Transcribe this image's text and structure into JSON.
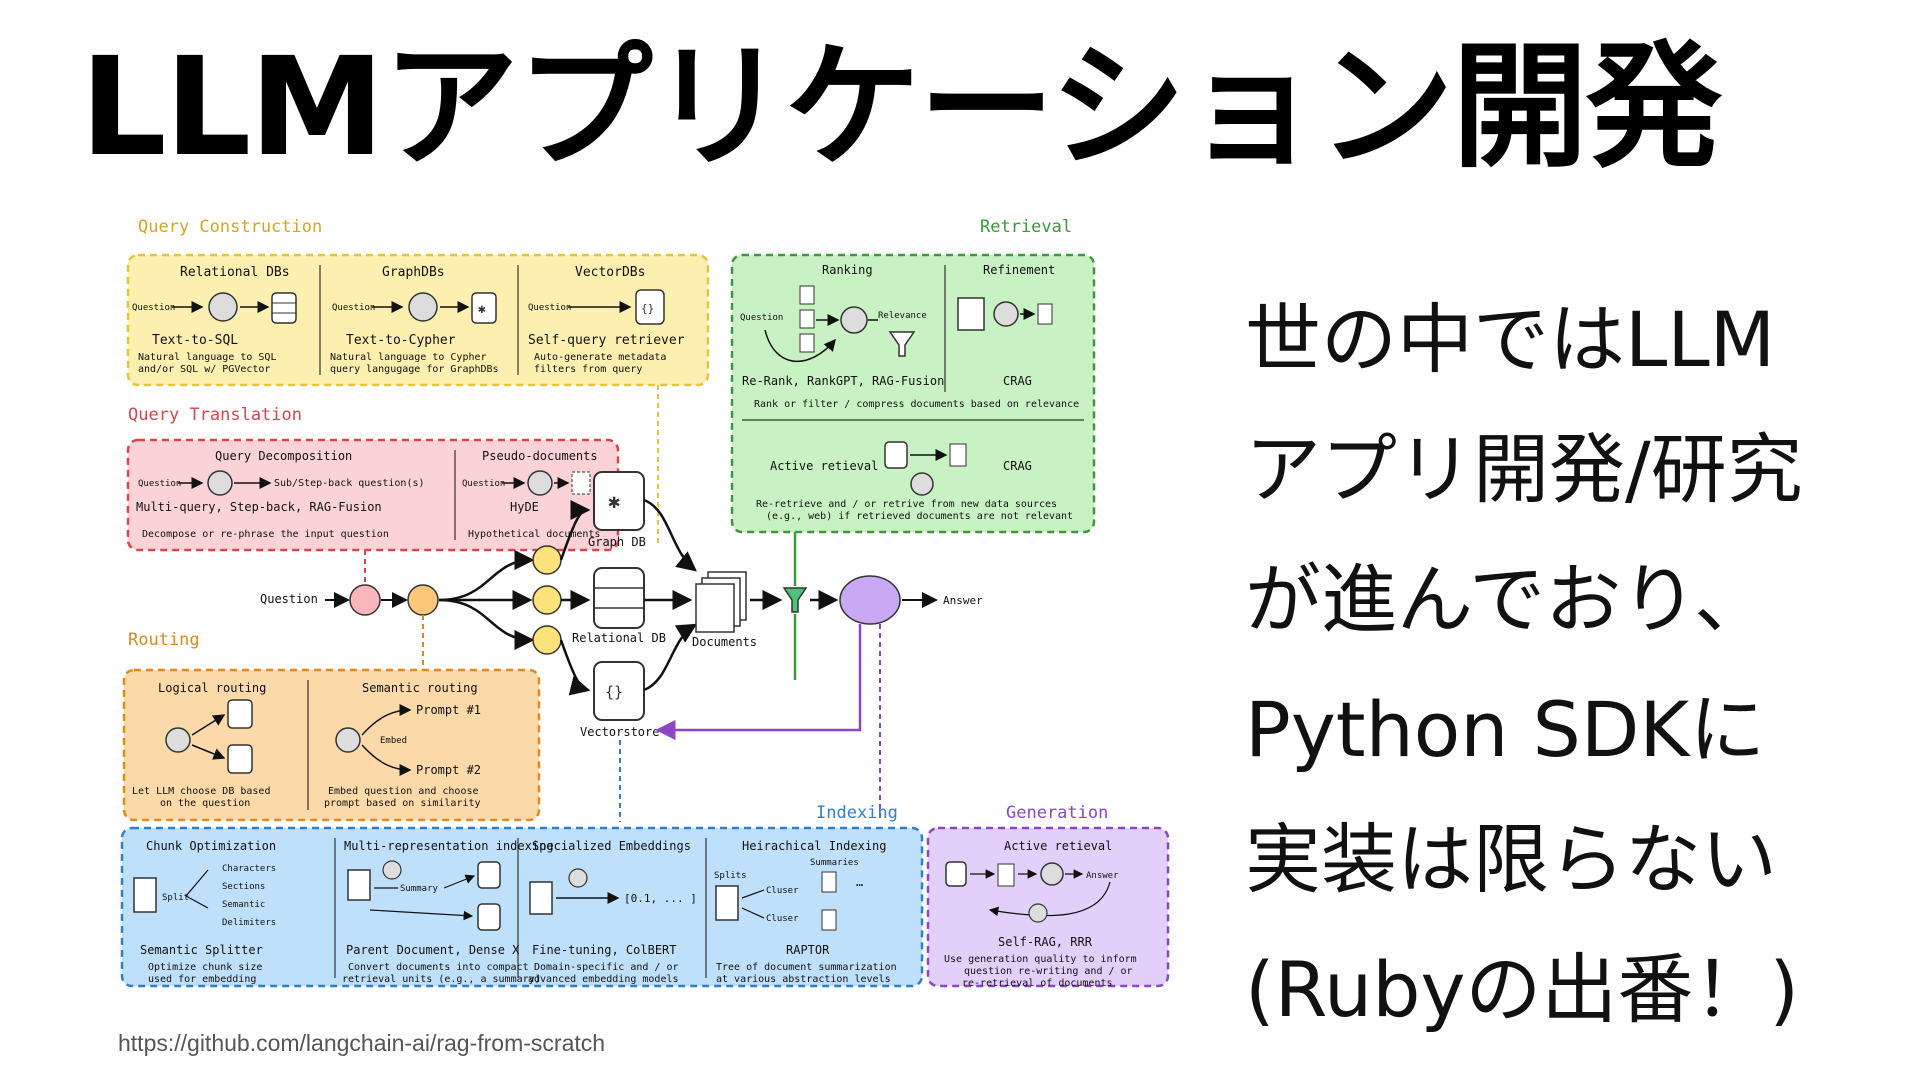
{
  "title": "LLMアプリケーション開発",
  "side_text": [
    "世の中ではLLM",
    "アプリ開発/研究",
    "が進んでおり、",
    "Python SDKに",
    "実装は限らない",
    "(Rubyの出番！)"
  ],
  "source_url": "https://github.com/langchain-ai/rag-from-scratch",
  "colors": {
    "yellow": "#fcefb0",
    "yellow_border": "#e6c43a",
    "pink": "#fbd3d6",
    "pink_border": "#d64550",
    "green": "#c9f2c4",
    "green_border": "#3a9a3a",
    "orange": "#fcd9a8",
    "orange_border": "#e08a1e",
    "blue": "#bfe0fb",
    "blue_border": "#2f7fd0",
    "purple": "#e2d0fb",
    "purple_border": "#8e44c8"
  },
  "diagram": {
    "sections": {
      "query_construction": "Query Construction",
      "query_translation": "Query Translation",
      "routing": "Routing",
      "retrieval": "Retrieval",
      "indexing": "Indexing",
      "generation": "Generation"
    },
    "qc": [
      {
        "head": "Relational DBs",
        "in": "Question",
        "name": "Text-to-SQL",
        "desc1": "Natural language to SQL",
        "desc2": "and/or SQL w/ PGVector"
      },
      {
        "head": "GraphDBs",
        "in": "Question",
        "name": "Text-to-Cypher",
        "desc1": "Natural language to Cypher",
        "desc2": "query langugage for GraphDBs"
      },
      {
        "head": "VectorDBs",
        "in": "Question",
        "name": "Self-query retriever",
        "desc1": "Auto-generate metadata",
        "desc2": "filters from query"
      }
    ],
    "qt": {
      "decomp_head": "Query Decomposition",
      "decomp_in": "Question",
      "decomp_out": "Sub/Step-back question(s)",
      "decomp_name": "Multi-query, Step-back, RAG-Fusion",
      "decomp_desc": "Decompose or re-phrase the input question",
      "pseudo_head": "Pseudo-documents",
      "pseudo_in": "Question",
      "pseudo_name": "HyDE",
      "pseudo_desc": "Hypothetical documents"
    },
    "routing": {
      "logical_head": "Logical routing",
      "logical_desc1": "Let LLM choose DB based",
      "logical_desc2": "on the question",
      "semantic_head": "Semantic routing",
      "prompt1": "Prompt #1",
      "embed": "Embed",
      "prompt2": "Prompt #2",
      "semantic_desc1": "Embed question and choose",
      "semantic_desc2": "prompt based on similarity"
    },
    "flow": {
      "question": "Question",
      "graph_db": "Graph DB",
      "relational_db": "Relational DB",
      "vectorstore": "Vectorstore",
      "documents": "Documents",
      "answer": "Answer"
    },
    "retrieval": {
      "ranking_head": "Ranking",
      "question": "Question",
      "relevance": "Relevance",
      "ranking_name": "Re-Rank, RankGPT, RAG-Fusion",
      "refinement_head": "Refinement",
      "refinement_name": "CRAG",
      "rank_desc": "Rank or filter / compress documents based on relevance",
      "active_head": "Active retieval",
      "active_name": "CRAG",
      "active_desc1": "Re-retrieve and / or retrive from new data sources",
      "active_desc2": "(e.g., web) if retrieved documents are not relevant"
    },
    "indexing": [
      {
        "head": "Chunk Optimization",
        "items": [
          "Characters",
          "Sections",
          "Semantic",
          "Delimiters"
        ],
        "split": "Split",
        "name": "Semantic Splitter",
        "desc1": "Optimize chunk size",
        "desc2": "used for embedding"
      },
      {
        "head": "Multi-representation indexing",
        "summary": "Summary",
        "name": "Parent Document, Dense X",
        "desc1": "Convert documents into compact",
        "desc2": "retrieval units (e.g., a summary)"
      },
      {
        "head": "Specialized Embeddings",
        "vector": "[0.1, ... ]",
        "name": "Fine-tuning, ColBERT",
        "desc1": "Domain-specific and / or",
        "desc2": "advanced embedding models"
      },
      {
        "head": "Heirachical Indexing",
        "summaries": "Summaries",
        "splits": "Splits",
        "cluster1": "Cluser",
        "cluster2": "Cluser",
        "name": "RAPTOR",
        "desc1": "Tree of document summarization",
        "desc2": "at various abstraction levels"
      }
    ],
    "generation": {
      "head": "Active retieval",
      "answer": "Answer",
      "name": "Self-RAG, RRR",
      "desc1": "Use generation quality to inform",
      "desc2": "question re-writing and / or",
      "desc3": "re-retrieval of documents"
    }
  }
}
